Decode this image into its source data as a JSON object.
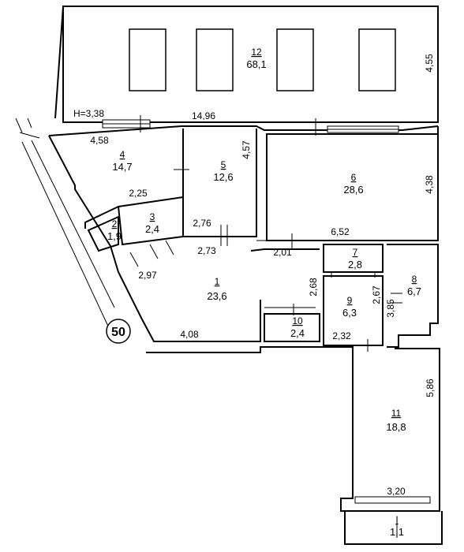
{
  "plan": {
    "badge": "50",
    "height_label": "H=3,38",
    "rooms": [
      {
        "num": "12",
        "area": "68,1"
      },
      {
        "num": "4",
        "area": "14,7"
      },
      {
        "num": "5",
        "area": "12,6"
      },
      {
        "num": "6",
        "area": "28,6"
      },
      {
        "num": "3",
        "area": "2,4"
      },
      {
        "num": "2",
        "area": "1,9"
      },
      {
        "num": "7",
        "area": "2,8"
      },
      {
        "num": "8",
        "area": "6,7"
      },
      {
        "num": "1",
        "area": "23,6"
      },
      {
        "num": "9",
        "area": "6,3"
      },
      {
        "num": "10",
        "area": "2,4"
      },
      {
        "num": "11",
        "area": "18,8"
      },
      {
        "num": "I",
        "area": "1,1"
      }
    ],
    "dims": [
      "4,55",
      "14,96",
      "4,58",
      "4,57",
      "4,38",
      "2,25",
      "2,76",
      "6,52",
      "2,73",
      "2,01",
      "2,97",
      "2,68",
      "2,67",
      "3,85",
      "4,08",
      "2,32",
      "5,86",
      "3,20"
    ]
  }
}
